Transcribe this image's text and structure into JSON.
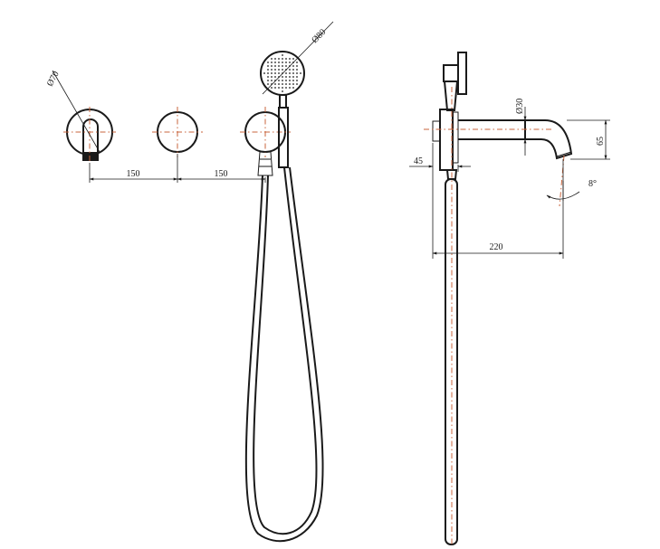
{
  "dimensions": {
    "spout_diameter": "Ø70",
    "handshower_diameter": "Ø80",
    "spacing_left": "150",
    "spacing_right": "150",
    "spout_pipe_diameter": "Ø30",
    "spout_height": "65",
    "wall_depth": "45",
    "spout_reach": "220",
    "spout_angle": "8°"
  },
  "colors": {
    "line": "#1a1a1a",
    "centerline": "#c8643c"
  }
}
